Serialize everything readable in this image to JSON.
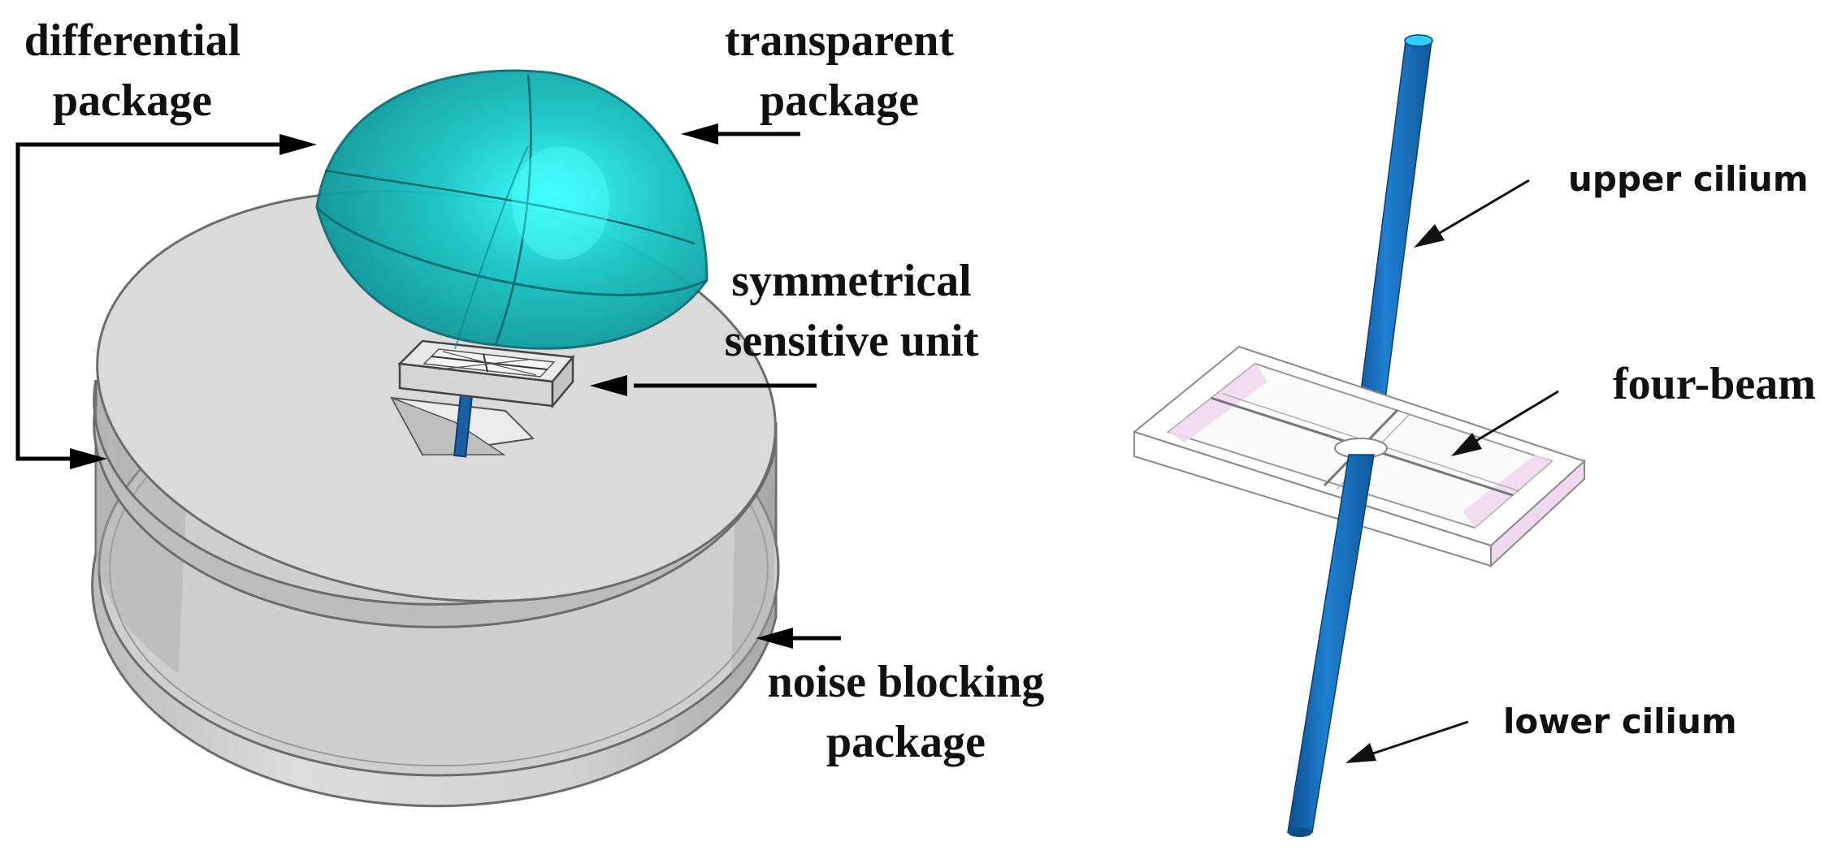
{
  "labels": {
    "differential_package": [
      "differential",
      "package"
    ],
    "transparent_package": [
      "transparent",
      "package"
    ],
    "symmetrical_sensitive_unit": [
      "symmetrical",
      "sensitive unit"
    ],
    "noise_blocking_package": [
      "noise blocking",
      "package"
    ],
    "upper_cilium": "upper cilium",
    "four_beam": "four-beam",
    "lower_cilium": "lower cilium"
  },
  "colors": {
    "dome": "#12a6a8",
    "dome_highlight": "#30ffff",
    "cilium": "#1a6fb8",
    "cilium_top": "#2fd0ff",
    "package_gray": "#d9d9d9",
    "frame_pink": "#f0d8ee",
    "arrow": "#000000"
  }
}
